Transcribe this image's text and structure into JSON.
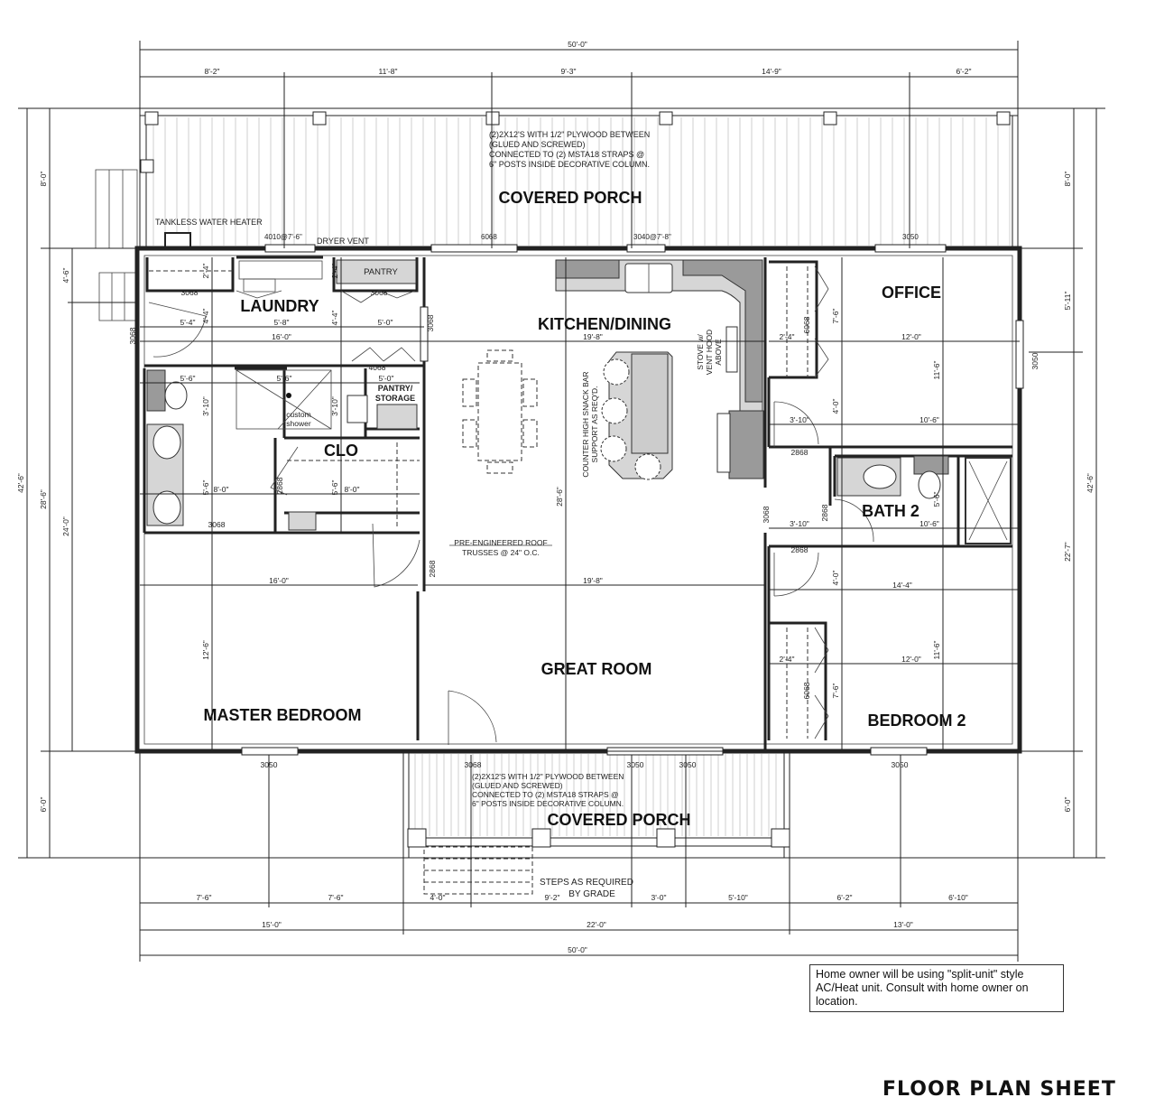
{
  "rooms": {
    "covered_porch_top": "COVERED PORCH",
    "covered_porch_front": "COVERED PORCH",
    "laundry": "LAUNDRY",
    "kitchen_dining": "KITCHEN/DINING",
    "office": "OFFICE",
    "clo": "CLO",
    "bath2": "BATH 2",
    "great_room": "GREAT ROOM",
    "master_bedroom": "MASTER BEDROOM",
    "bedroom2": "BEDROOM 2",
    "pantry": "PANTRY",
    "pantry_storage_1": "PANTRY/",
    "pantry_storage_2": "STORAGE",
    "custom_shower_1": "custom",
    "custom_shower_2": "shower"
  },
  "notes": {
    "beam_lines": [
      "(2)2X12'S WITH 1/2\" PLYWOOD BETWEEN",
      "(GLUED AND SCREWED)",
      "CONNECTED TO (2) MSTA18 STRAPS @",
      "6\" POSTS INSIDE DECORATIVE COLUMN."
    ],
    "tankless": "TANKLESS WATER HEATER",
    "dryer_vent": "DRYER VENT",
    "snack_bar_1": "COUNTER HIGH SNACK BAR",
    "snack_bar_2": "SUPPORT AS REQ'D.",
    "stove_1": "STOVE w/",
    "stove_2": "VENT HOOD",
    "stove_3": "ABOVE",
    "trusses_1": "PRE-ENGINEERED ROOF",
    "trusses_2": "TRUSSES @ 24\" O.C.",
    "steps_1": "STEPS AS REQUIRED",
    "steps_2": "BY GRADE",
    "hvac": "Home owner will be using \"split-unit\" style AC/Heat unit. Consult with home owner on location.",
    "sheet_title": "FLOOR PLAN SHEET"
  },
  "openings": {
    "w4010": "4010@7'-6\"",
    "d6068_top": "6068",
    "w3040": "3040@7'-8\"",
    "w3050_office_top": "3050",
    "w3050_office_side": "3050",
    "d3068_side": "3068",
    "d3068_laundry": "3068",
    "d3068_pantry": "3068",
    "d3068_laundry_right": "3068",
    "d4068": "4068",
    "d2868_clo": "2868",
    "d3068_bath": "3068",
    "d2868_great": "2868",
    "d6068_office": "6068",
    "d2868_office": "2868",
    "d3068_hall": "3068",
    "d2868_bath2": "2868",
    "d2868_bed2": "2868",
    "d6068_bed2": "6068",
    "w3050_master": "3050",
    "d3068_front": "3068",
    "w3050_front_a": "3050",
    "w3050_front_b": "3050",
    "w3050_bed2": "3050"
  },
  "dimensions": {
    "top_overall": "50'-0\"",
    "top_segments": [
      "8'-2\"",
      "11'-8\"",
      "9'-3\"",
      "14'-9\"",
      "6'-2\""
    ],
    "left_overall": "42'-6\"",
    "left_segments": [
      "8'-0\"",
      "28'-6\"",
      "6'-0\""
    ],
    "left_inner": [
      "4'-6\"",
      "24'-0\""
    ],
    "right_overall": "42'-6\"",
    "right_segments": [
      "8'-0\"",
      "5'-11\"",
      "22'-7\"",
      "6'-0\""
    ],
    "bottom_segments": [
      "7'-6\"",
      "7'-6\"",
      "4'-0\"",
      "9'-2\"",
      "3'-0\"",
      "5'-10\"",
      "6'-2\"",
      "6'-10\""
    ],
    "bottom_middle": [
      "15'-0\"",
      "22'-0\"",
      "13'-0\""
    ],
    "bottom_overall": "50'-0\"",
    "laundry": [
      "2'-4\"",
      "4'-4\"",
      "2'-4\"",
      "4'-4\"",
      "5'-4\"",
      "5'-8\"",
      "5'-0\"",
      "16'-0\""
    ],
    "bath": [
      "5'-6\"",
      "5'-6\"",
      "5'-0\"",
      "3'-10\"",
      "3'-10\"",
      "5'-6\"",
      "8'-0\"",
      "5'-6\"",
      "8'-0\""
    ],
    "kitchen": [
      "19'-8\"",
      "28'-6\"",
      "19'-8\""
    ],
    "master": [
      "16'-0\"",
      "12'-6\""
    ],
    "office": [
      "7'-6\"",
      "2'-4\"",
      "12'-0\"",
      "11'-6\"",
      "4'-0\"",
      "3'-10\"",
      "10'-6\""
    ],
    "bath2": [
      "5'-6\"",
      "3'-10\"",
      "10'-6\""
    ],
    "bedroom2": [
      "4'-0\"",
      "14'-4\"",
      "2'-4\"",
      "12'-0\"",
      "11'-6\"",
      "7'-6\""
    ]
  }
}
